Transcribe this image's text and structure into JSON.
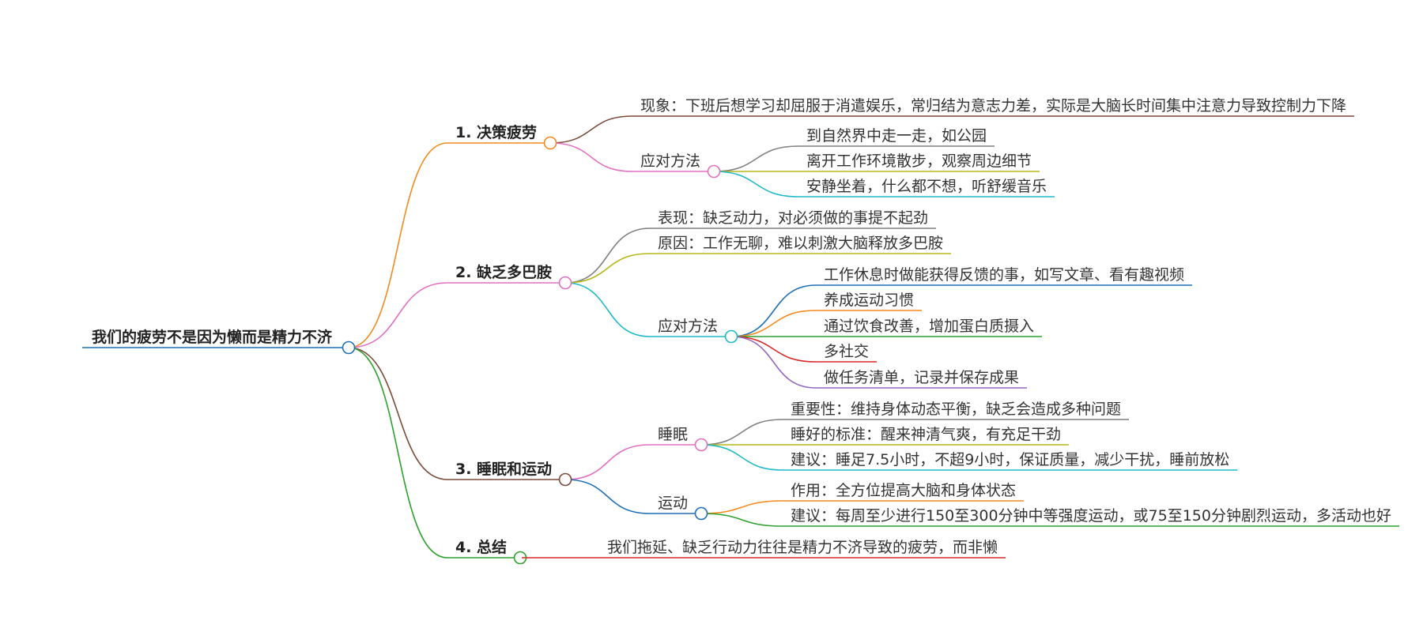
{
  "root": {
    "label": "我们的疲劳不是因为懒而是精力不济",
    "color": "#1f6fb5"
  },
  "branches": [
    {
      "label": "1. 决策疲劳",
      "color": "#f28a1e",
      "children": [
        {
          "label": "现象：下班后想学习却屈服于消遣娱乐，常归结为意志力差，实际是大脑长时间集中注意力导致控制力下降",
          "color": "#7a4b3a"
        },
        {
          "label": "应对方法",
          "color": "#e070c0",
          "children": [
            {
              "label": "到自然界中走一走，如公园",
              "color": "#7f7f7f"
            },
            {
              "label": "离开工作环境散步，观察周边细节",
              "color": "#b5b51a"
            },
            {
              "label": "安静坐着，什么都不想，听舒缓音乐",
              "color": "#1fb8c9"
            }
          ]
        }
      ]
    },
    {
      "label": "2. 缺乏多巴胺",
      "color": "#e070c0",
      "children": [
        {
          "label": "表现：缺乏动力，对必须做的事提不起劲",
          "color": "#7f7f7f"
        },
        {
          "label": "原因：工作无聊，难以刺激大脑释放多巴胺",
          "color": "#b5b51a"
        },
        {
          "label": "应对方法",
          "color": "#1fb8c9",
          "children": [
            {
              "label": "工作休息时做能获得反馈的事，如写文章、看有趣视频",
              "color": "#1f6fb5"
            },
            {
              "label": "养成运动习惯",
              "color": "#f28a1e"
            },
            {
              "label": "通过饮食改善，增加蛋白质摄入",
              "color": "#2ca02c"
            },
            {
              "label": "多社交",
              "color": "#d62728"
            },
            {
              "label": "做任务清单，记录并保存成果",
              "color": "#9467bd"
            }
          ]
        }
      ]
    },
    {
      "label": "3. 睡眠和运动",
      "color": "#7a4b3a",
      "children": [
        {
          "label": "睡眠",
          "color": "#e070c0",
          "children": [
            {
              "label": "重要性：维持身体动态平衡，缺乏会造成多种问题",
              "color": "#7f7f7f"
            },
            {
              "label": "睡好的标准：醒来神清气爽，有充足干劲",
              "color": "#b5b51a"
            },
            {
              "label": "建议：睡足7.5小时，不超9小时，保证质量，减少干扰，睡前放松",
              "color": "#1fb8c9"
            }
          ]
        },
        {
          "label": "运动",
          "color": "#1f6fb5",
          "children": [
            {
              "label": "作用：全方位提高大脑和身体状态",
              "color": "#f28a1e"
            },
            {
              "label": "建议：每周至少进行150至300分钟中等强度运动，或75至150分钟剧烈运动，多活动也好",
              "color": "#2ca02c"
            }
          ]
        }
      ]
    },
    {
      "label": "4. 总结",
      "color": "#2ca02c",
      "children": [
        {
          "label": "我们拖延、缺乏行动力往往是精力不济导致的疲劳，而非懒",
          "color": "#d62728"
        }
      ]
    }
  ]
}
